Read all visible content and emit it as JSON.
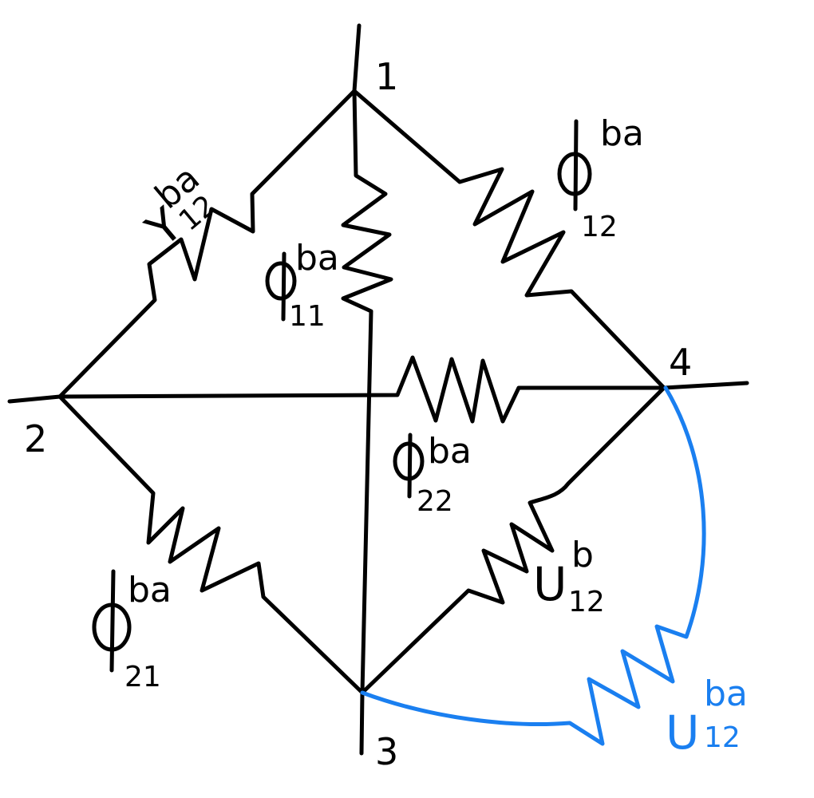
{
  "nodes": {
    "n1": "1",
    "n2": "2",
    "n3": "3",
    "n4": "4"
  },
  "labels": {
    "y12": {
      "symbol": "Y",
      "sup": "ba",
      "sub": "12"
    },
    "phi11": {
      "symbol": "ϕ",
      "sup": "ba",
      "sub": "11"
    },
    "phi12": {
      "symbol": "ϕ",
      "sup": "ba",
      "sub": "12"
    },
    "phi22": {
      "symbol": "ϕ",
      "sup": "ba",
      "sub": "22"
    },
    "phi21": {
      "symbol": "ϕ",
      "sup": "ba",
      "sub": "21"
    },
    "u12b": {
      "symbol": "U",
      "sup": "b",
      "sub": "12"
    },
    "u12ba": {
      "symbol": "U",
      "sup": "ba",
      "sub": "12"
    }
  },
  "colors": {
    "ink": "#000000",
    "highlight": "#1a7ff0"
  }
}
